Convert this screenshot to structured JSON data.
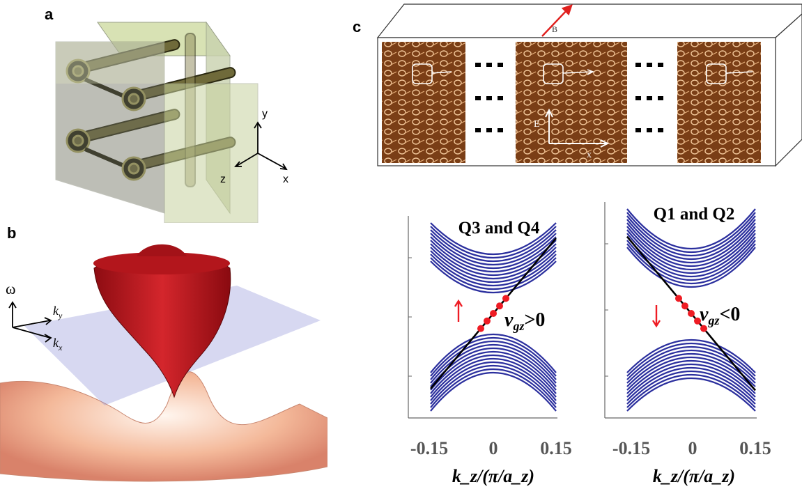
{
  "panels": {
    "a": {
      "label": "a",
      "axes": {
        "x": "x",
        "y": "y",
        "z": "z"
      }
    },
    "b": {
      "label": "b",
      "axes": {
        "omega": "ω",
        "ky": "k",
        "ky_sub": "y",
        "kx": "k",
        "kx_sub": "x"
      }
    },
    "c": {
      "label": "c",
      "field_b": "B",
      "field_e": "E",
      "axis_x": "x",
      "dots": "■ ■ ■"
    }
  },
  "chart_data": [
    {
      "type": "line",
      "title": "Q3 and Q4",
      "xlabel": "k_z/(π/a_z)",
      "x_ticks": [
        "-0.15",
        "0",
        "0.15"
      ],
      "xlim": [
        -0.15,
        0.15
      ],
      "annotation": {
        "main": "v",
        "sub": "gz",
        "rel": ">0"
      },
      "arrow_direction": "up",
      "surface_mode_slope": "positive",
      "bulk_bands": 12,
      "colors": {
        "bulk": "#2b2f9e",
        "surface": "#000000",
        "dots": "#ee1c24",
        "arrow": "#ee1c24"
      }
    },
    {
      "type": "line",
      "title": "Q1 and Q2",
      "xlabel": "k_z/(π/a_z)",
      "x_ticks": [
        "-0.15",
        "0",
        "0.15"
      ],
      "xlim": [
        -0.15,
        0.15
      ],
      "annotation": {
        "main": "v",
        "sub": "gz",
        "rel": "<0"
      },
      "arrow_direction": "down",
      "surface_mode_slope": "negative",
      "bulk_bands": 12,
      "colors": {
        "bulk": "#2b2f9e",
        "surface": "#000000",
        "dots": "#ee1c24",
        "arrow": "#ee1c24"
      }
    }
  ]
}
